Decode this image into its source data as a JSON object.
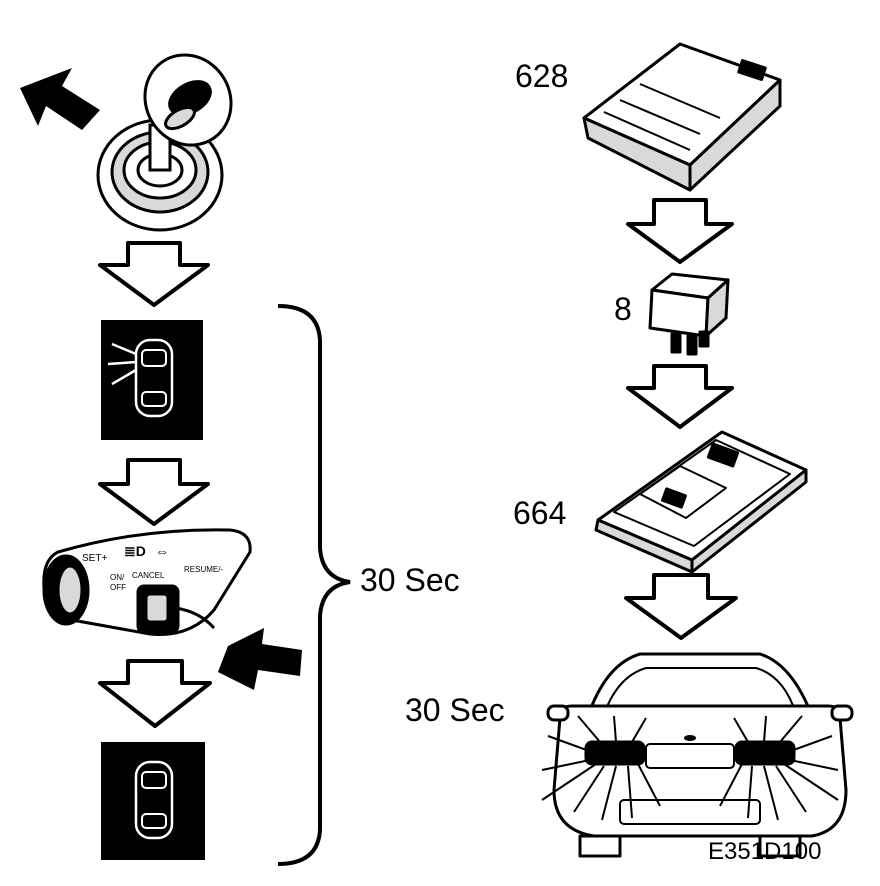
{
  "labels": {
    "part_628": "628",
    "part_8": "8",
    "part_664": "664",
    "duration_bracket": "30 Sec",
    "duration_lights": "30 Sec",
    "figure_code": "E351D100"
  },
  "colors": {
    "ink": "#000000",
    "paper": "#ffffff",
    "shade": "#d9d9d9"
  },
  "icons": [
    "arrow-up-left-icon",
    "ignition-key-icon",
    "down-arrow-icon",
    "car-light-on-icon",
    "cruise-control-stalk-icon",
    "arrow-down-right-icon",
    "car-light-off-icon",
    "curly-brace-icon",
    "control-module-628-icon",
    "relay-8-icon",
    "control-module-664-icon",
    "car-headlights-flashing-icon"
  ]
}
